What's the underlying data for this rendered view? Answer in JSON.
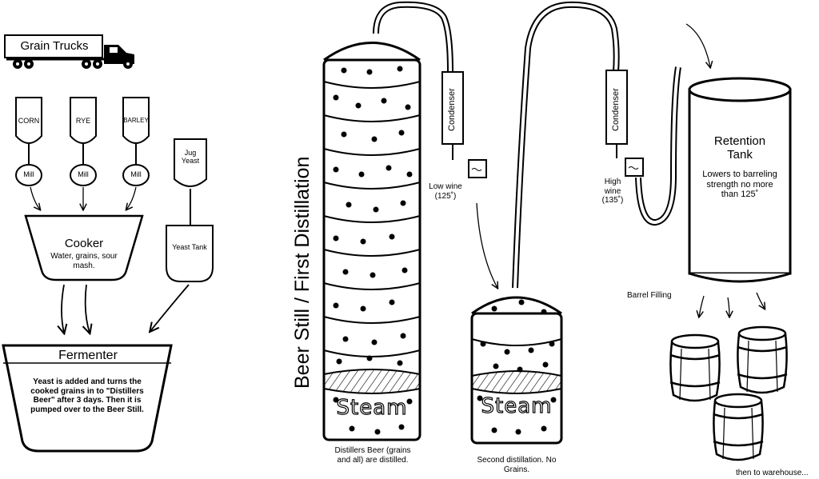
{
  "trucks": {
    "label": "Grain Trucks"
  },
  "grains": [
    {
      "name": "CORN",
      "mill": "Mill"
    },
    {
      "name": "RYE",
      "mill": "Mill"
    },
    {
      "name": "BARLEY",
      "mill": "Mill"
    }
  ],
  "jug_yeast": "Jug Yeast",
  "yeast_tank": "Yeast Tank",
  "cooker": {
    "title": "Cooker",
    "desc": "Water, grains, sour mash."
  },
  "fermenter": {
    "title": "Fermenter",
    "desc": "Yeast is added and turns the cooked grains in to \"Distillers Beer\" after 3 days. Then it is pumped over to the Beer Still."
  },
  "beer_still": {
    "title": "Beer Still / First Distillation",
    "steam": "Steam",
    "caption": "Distillers Beer (grains and all) are distilled."
  },
  "condenser_1": "Condenser",
  "condenser_2": "Condenser",
  "low_wine": "Low wine (125˚)",
  "high_wine": "High wine (135˚)",
  "second_still": {
    "steam": "Steam",
    "caption": "Second distillation. No Grains."
  },
  "retention": {
    "title": "Retention Tank",
    "desc": "Lowers to barreling strength no more than 125˚"
  },
  "barrel_filling": "Barrel Filling",
  "warehouse": "then to warehouse..."
}
